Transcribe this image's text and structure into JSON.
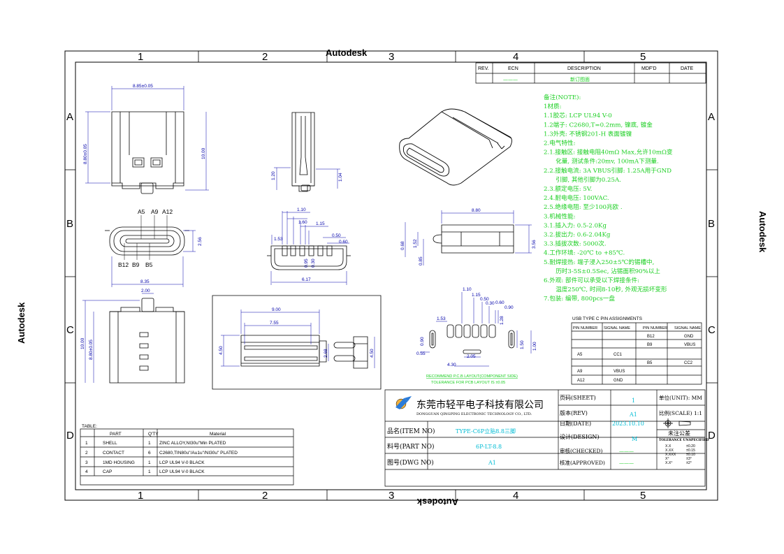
{
  "watermark": {
    "text": "Autodesk"
  },
  "border": {
    "columns": [
      "1",
      "2",
      "3",
      "4",
      "5"
    ],
    "rows": [
      "A",
      "B",
      "C",
      "D"
    ]
  },
  "revision": {
    "headers": [
      "REV.",
      "ECN",
      "DESCRIPTION",
      "MDF'D",
      "DATE"
    ],
    "row": {
      "ecn": "———",
      "description": "新订图面"
    }
  },
  "notes": [
    "备注(NOTE):",
    "1材质:",
    "1.1胶芯: LCP UL94 V-0",
    "1.2端子: C2680,T=0.2mm, 镍底, 镀金",
    "1.3外壳: 不锈钢201-H 表面镀镍",
    "2.电气特性:",
    "2.1.接触区: 接触电阻40mΩ Max,允许10mΩ变",
    "    化量, 测试条件:20mv, 100mA下测量.",
    "2.2.接触电流: 3A VBUS引脚: 1.25A用于GND",
    "    引脚, 其他引脚为0.25A.",
    "2.3.额定电压: 5V.",
    "2.4.耐电电压: 100VAC.",
    "2.5.绝缘电阻: 至少100兆欧 .",
    "3.机械性能:",
    "3.1.插入力: 0.5-2.0Kg",
    "3.2.拔出力: 0.6-2.04Kg",
    "3.3.插拔次数: 5000次.",
    "4.工作环境: -20℃ to +85℃.",
    "5.耐焊接热: 端子浸入250±5℃的锡槽中,",
    "    历时3-5S±0.5Sec, 沾锡面积90%以上",
    "6.外观: 部件可以承受以下焊接条件:",
    "    温度250℃, 时间8-10秒, 外观无损坏变形",
    "7.包装: 编带, 800pcs一盘"
  ],
  "pin_table": {
    "title": "USB TYPE C PIN ASSIGNMENTS",
    "headers": [
      "PIN NUMBER",
      "SIGNAL NAME",
      "PIN NUMBER",
      "SIGNAL NAME"
    ],
    "rows": [
      [
        "",
        "",
        "B12",
        "GND"
      ],
      [
        "",
        "",
        "B9",
        "VBUS"
      ],
      [
        "A5",
        "CC1",
        "",
        ""
      ],
      [
        "",
        "",
        "B5",
        "CC2"
      ],
      [
        "A9",
        "VBUS",
        "",
        ""
      ],
      [
        "A12",
        "GND",
        "",
        ""
      ]
    ]
  },
  "layout_caption": {
    "line1": "RECOMMEND P.C.B LAYOUT(COMPONENT SIDE)",
    "line2": "TOLERANCE FOR PCB LAYOUT IS ±0.05"
  },
  "parts_table": {
    "title": "TABLE:",
    "headers": [
      "",
      "PART",
      "Q'TY",
      "Material"
    ],
    "rows": [
      [
        "1",
        "SHELL",
        "1",
        "ZINC ALLOY,NI30u\"Min PLATED"
      ],
      [
        "2",
        "CONTACT",
        "6",
        "C2680,TIN80u\"/Au1u\"/NI30u\" PLATED"
      ],
      [
        "3",
        "1MD HOUSING",
        "1",
        "LCP UL94 V-0 BLACK"
      ],
      [
        "4",
        "CAP",
        "1",
        "LCP UL94 V-0 BLACK"
      ]
    ]
  },
  "title_block": {
    "company_cn": "东莞市轻平电子科技有限公司",
    "company_en": "DONGGUAN QINGPING ELECTRONIC TECHNOLOGY CO., LTD.",
    "item_label": "品名(ITEM NO)",
    "item_value": "TYPE-C6P立贴8.8三脚",
    "part_label": "料号(PART NO)",
    "part_value": "6P-LT-8.8",
    "dwg_label": "图号(DWG NO)",
    "dwg_value": "A1",
    "sheet_label": "页码(SHEET)",
    "sheet_value": "1",
    "rev_label": "版本(REV)",
    "rev_value": "A1",
    "date_label": "日期(DATE)",
    "date_value": "2023.10.10",
    "design_label": "设计(DESIGN)",
    "design_value": "M",
    "checked_label": "审核(CHECKED)",
    "checked_value": "———",
    "approved_label": "核准(APPROVED)",
    "approved_value": "———",
    "unit_label": "单位(UNIT): MM",
    "scale_label": "比例(SCALE) 1:1",
    "tol_title": "未注公差",
    "tol_sub": "TOLERANCE UNSPECIFIED",
    "tol_rows": [
      [
        "X.X",
        "±0.20"
      ],
      [
        "X.XX",
        "±0.15"
      ],
      [
        "X.XXX",
        "±0.10"
      ],
      [
        "X°",
        "±3°"
      ],
      [
        "X.X°",
        "±2°"
      ]
    ]
  },
  "pin_labels": {
    "top": [
      "A5",
      "A9",
      "A12"
    ],
    "bottom": [
      "B12",
      "B9",
      "B5"
    ]
  },
  "dims": {
    "top_w": "8.85±0.05",
    "top_h": "8.80±0.05",
    "top_h2": "10.00",
    "side_120": "1.20",
    "side_104": "1.04",
    "front_256": "2.56",
    "front_835": "8.35",
    "fs_110": "1.10",
    "fs_160": "1.60",
    "fs_115": "1.15",
    "fs_153": "1.53",
    "fs_050": "0.50",
    "fs_060": "0.60",
    "fs_095": "0.95",
    "fs_030": "0.30",
    "fs_617": "6.17",
    "rs_880": "8.80",
    "rs_068": "0.68",
    "rs_152": "1.52",
    "rs_085": "0.85",
    "rs_356": "3.56",
    "bl_200": "2.00",
    "bl_1000": "10.00",
    "bl_880": "8.80±0.05",
    "bc_900": "9.00",
    "bc_755": "7.55",
    "bc_450": "4.50",
    "bc_268": "2.68",
    "bc_450b": "4.50",
    "pl_110": "1.10",
    "pl_115": "1.15",
    "pl_050": "0.50",
    "pl_060": "0.60",
    "pl_030": "0.30",
    "pl_090": "0.90",
    "pl_153": "1.53",
    "pl_128": "1.28",
    "pl_090b": "0.90",
    "pl_055": "0.55",
    "pl_150": "1.50",
    "pl_100": "1.00",
    "pl_430": "4.30",
    "pl_205": "2.05"
  }
}
